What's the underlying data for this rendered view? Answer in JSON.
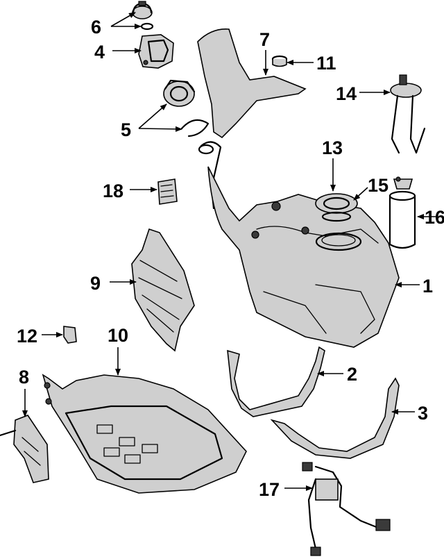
{
  "diagram": {
    "type": "exploded-parts-diagram",
    "line_color": "#000000",
    "background": "#ffffff",
    "callouts": {
      "c1": "1",
      "c2": "2",
      "c3": "3",
      "c4": "4",
      "c5": "5",
      "c6": "6",
      "c7": "7",
      "c8": "8",
      "c9": "9",
      "c10": "10",
      "c11": "11",
      "c12": "12",
      "c13": "13",
      "c14": "14",
      "c15": "15",
      "c16": "16",
      "c17": "17",
      "c18": "18"
    }
  }
}
